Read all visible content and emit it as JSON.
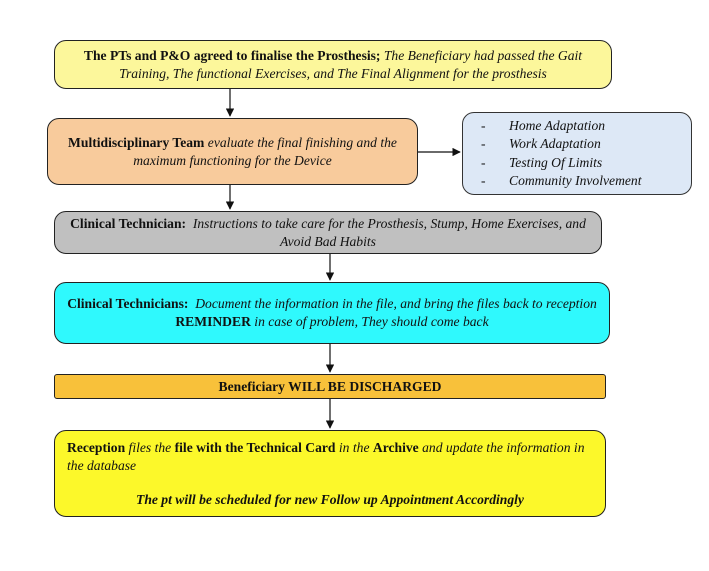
{
  "nodes": {
    "agreement": {
      "bold": "The PTs and P&O agreed to finalise the Prosthesis;",
      "italic": "The Beneficiary had passed the Gait Training, The functional Exercises, and The Final Alignment for the prosthesis"
    },
    "team": {
      "bold": "Multidisciplinary Team",
      "italic": "evaluate the final finishing and the maximum functioning for the Device"
    },
    "adaptation": {
      "dash": "-",
      "items": [
        "Home Adaptation",
        "Work Adaptation",
        "Testing Of Limits",
        "Community Involvement"
      ]
    },
    "instructions": {
      "bold": "Clinical Technician:",
      "italic": "Instructions to take care for the Prosthesis, Stump, Home Exercises, and Avoid Bad Habits"
    },
    "document": {
      "bold": "Clinical Technicians:",
      "italic": "Document the information in the file, and bring the files back to reception",
      "reminder_bold": "REMINDER",
      "reminder_italic": "in case of problem, They should come back"
    },
    "discharge": {
      "text": "Beneficiary WILL BE DISCHARGED"
    },
    "reception": {
      "p1_bold": "Reception",
      "p1_italic": "files the",
      "p2_bold": "file with the Technical Card",
      "p2_italic": "in the",
      "p3_bold": "Archive",
      "p3_italic": "and update the information in the database",
      "followup": "The pt will be scheduled for new Follow up Appointment Accordingly"
    }
  },
  "colors": {
    "agreement": "#fcf79b",
    "team": "#f8cb9c",
    "adaptation": "#dde8f6",
    "instructions": "#c0c0c0",
    "document": "#2ff9fd",
    "discharge": "#f8c13a",
    "reception": "#fcf82a"
  }
}
